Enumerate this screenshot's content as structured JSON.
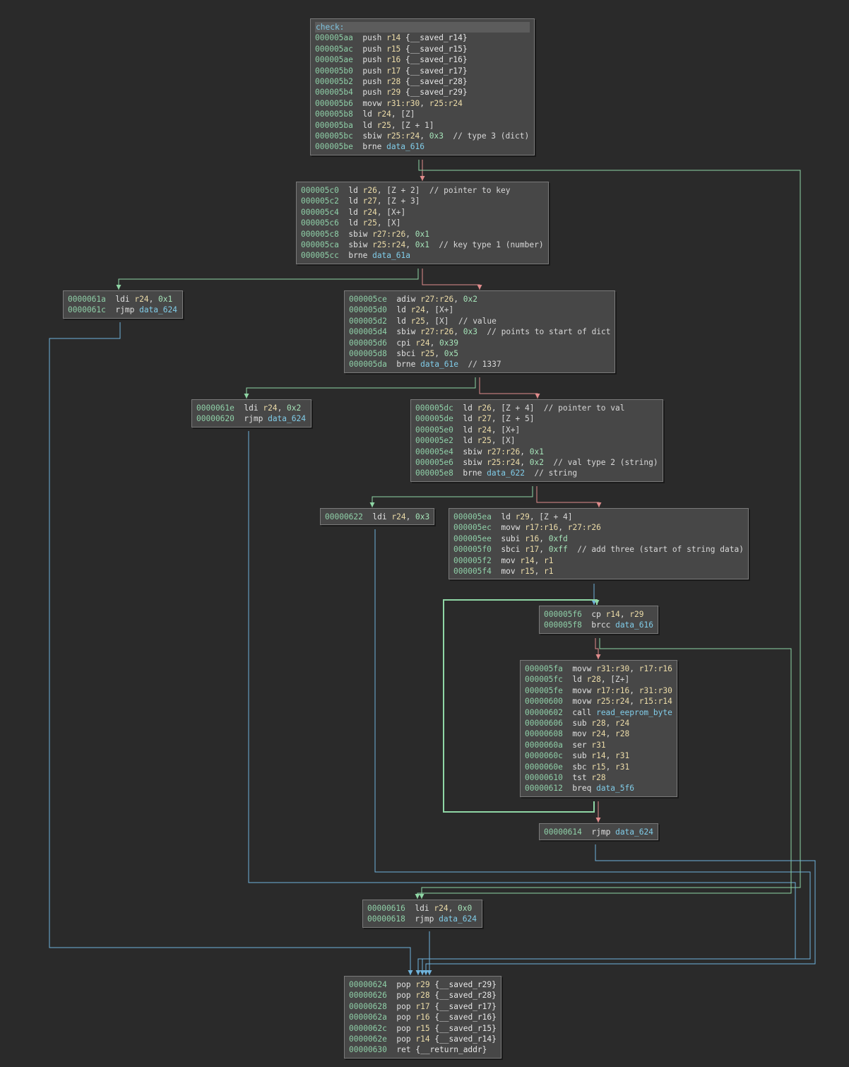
{
  "colors": {
    "background": "#2a2a2a",
    "block_fill": "#474747",
    "edge_true": "#8fd6a5",
    "edge_false": "#e08c8c",
    "edge_jump": "#6fb3dc"
  },
  "blocks": [
    {
      "id": "check",
      "label": "check:",
      "lines": [
        [
          "000005aa",
          "push",
          [
            [
              "r",
              "r14"
            ],
            [
              "p",
              " "
            ],
            [
              "v",
              "{__saved_r14}"
            ]
          ]
        ],
        [
          "000005ac",
          "push",
          [
            [
              "r",
              "r15"
            ],
            [
              "p",
              " "
            ],
            [
              "v",
              "{__saved_r15}"
            ]
          ]
        ],
        [
          "000005ae",
          "push",
          [
            [
              "r",
              "r16"
            ],
            [
              "p",
              " "
            ],
            [
              "v",
              "{__saved_r16}"
            ]
          ]
        ],
        [
          "000005b0",
          "push",
          [
            [
              "r",
              "r17"
            ],
            [
              "p",
              " "
            ],
            [
              "v",
              "{__saved_r17}"
            ]
          ]
        ],
        [
          "000005b2",
          "push",
          [
            [
              "r",
              "r28"
            ],
            [
              "p",
              " "
            ],
            [
              "v",
              "{__saved_r28}"
            ]
          ]
        ],
        [
          "000005b4",
          "push",
          [
            [
              "r",
              "r29"
            ],
            [
              "p",
              " "
            ],
            [
              "v",
              "{__saved_r29}"
            ]
          ]
        ],
        [
          "000005b6",
          "movw",
          [
            [
              "r",
              "r31:r30"
            ],
            [
              "p",
              ", "
            ],
            [
              "r",
              "r25:r24"
            ]
          ]
        ],
        [
          "000005b8",
          "ld",
          [
            [
              "r",
              "r24"
            ],
            [
              "p",
              ", [Z]"
            ]
          ]
        ],
        [
          "000005ba",
          "ld",
          [
            [
              "r",
              "r25"
            ],
            [
              "p",
              ", [Z + 1]"
            ]
          ]
        ],
        [
          "000005bc",
          "sbiw",
          [
            [
              "r",
              "r25:r24"
            ],
            [
              "p",
              ", "
            ],
            [
              "n",
              "0x3"
            ],
            [
              "c",
              "  // type 3 (dict)"
            ]
          ]
        ],
        [
          "000005be",
          "brne",
          [
            [
              "s",
              "data_616"
            ]
          ]
        ]
      ]
    },
    {
      "id": "b5c0",
      "lines": [
        [
          "000005c0",
          "ld",
          [
            [
              "r",
              "r26"
            ],
            [
              "p",
              ", [Z + 2]"
            ],
            [
              "c",
              "  // pointer to key"
            ]
          ]
        ],
        [
          "000005c2",
          "ld",
          [
            [
              "r",
              "r27"
            ],
            [
              "p",
              ", [Z + 3]"
            ]
          ]
        ],
        [
          "000005c4",
          "ld",
          [
            [
              "r",
              "r24"
            ],
            [
              "p",
              ", [X+]"
            ]
          ]
        ],
        [
          "000005c6",
          "ld",
          [
            [
              "r",
              "r25"
            ],
            [
              "p",
              ", [X]"
            ]
          ]
        ],
        [
          "000005c8",
          "sbiw",
          [
            [
              "r",
              "r27:r26"
            ],
            [
              "p",
              ", "
            ],
            [
              "n",
              "0x1"
            ]
          ]
        ],
        [
          "000005ca",
          "sbiw",
          [
            [
              "r",
              "r25:r24"
            ],
            [
              "p",
              ", "
            ],
            [
              "n",
              "0x1"
            ],
            [
              "c",
              "  // key type 1 (number)"
            ]
          ]
        ],
        [
          "000005cc",
          "brne",
          [
            [
              "s",
              "data_61a"
            ]
          ]
        ]
      ]
    },
    {
      "id": "b61a",
      "lines": [
        [
          "0000061a",
          "ldi",
          [
            [
              "r",
              "r24"
            ],
            [
              "p",
              ", "
            ],
            [
              "n",
              "0x1"
            ]
          ]
        ],
        [
          "0000061c",
          "rjmp",
          [
            [
              "s",
              "data_624"
            ]
          ]
        ]
      ]
    },
    {
      "id": "b5ce",
      "lines": [
        [
          "000005ce",
          "adiw",
          [
            [
              "r",
              "r27:r26"
            ],
            [
              "p",
              ", "
            ],
            [
              "n",
              "0x2"
            ]
          ]
        ],
        [
          "000005d0",
          "ld",
          [
            [
              "r",
              "r24"
            ],
            [
              "p",
              ", [X+]"
            ]
          ]
        ],
        [
          "000005d2",
          "ld",
          [
            [
              "r",
              "r25"
            ],
            [
              "p",
              ", [X]"
            ],
            [
              "c",
              "  // value"
            ]
          ]
        ],
        [
          "000005d4",
          "sbiw",
          [
            [
              "r",
              "r27:r26"
            ],
            [
              "p",
              ", "
            ],
            [
              "n",
              "0x3"
            ],
            [
              "c",
              "  // points to start of dict"
            ]
          ]
        ],
        [
          "000005d6",
          "cpi",
          [
            [
              "r",
              "r24"
            ],
            [
              "p",
              ", "
            ],
            [
              "n",
              "0x39"
            ]
          ]
        ],
        [
          "000005d8",
          "sbci",
          [
            [
              "r",
              "r25"
            ],
            [
              "p",
              ", "
            ],
            [
              "n",
              "0x5"
            ]
          ]
        ],
        [
          "000005da",
          "brne",
          [
            [
              "s",
              "data_61e"
            ],
            [
              "c",
              "  // 1337"
            ]
          ]
        ]
      ]
    },
    {
      "id": "b61e",
      "lines": [
        [
          "0000061e",
          "ldi",
          [
            [
              "r",
              "r24"
            ],
            [
              "p",
              ", "
            ],
            [
              "n",
              "0x2"
            ]
          ]
        ],
        [
          "00000620",
          "rjmp",
          [
            [
              "s",
              "data_624"
            ]
          ]
        ]
      ]
    },
    {
      "id": "b5dc",
      "lines": [
        [
          "000005dc",
          "ld",
          [
            [
              "r",
              "r26"
            ],
            [
              "p",
              ", [Z + 4]"
            ],
            [
              "c",
              "  // pointer to val"
            ]
          ]
        ],
        [
          "000005de",
          "ld",
          [
            [
              "r",
              "r27"
            ],
            [
              "p",
              ", [Z + 5]"
            ]
          ]
        ],
        [
          "000005e0",
          "ld",
          [
            [
              "r",
              "r24"
            ],
            [
              "p",
              ", [X+]"
            ]
          ]
        ],
        [
          "000005e2",
          "ld",
          [
            [
              "r",
              "r25"
            ],
            [
              "p",
              ", [X]"
            ]
          ]
        ],
        [
          "000005e4",
          "sbiw",
          [
            [
              "r",
              "r27:r26"
            ],
            [
              "p",
              ", "
            ],
            [
              "n",
              "0x1"
            ]
          ]
        ],
        [
          "000005e6",
          "sbiw",
          [
            [
              "r",
              "r25:r24"
            ],
            [
              "p",
              ", "
            ],
            [
              "n",
              "0x2"
            ],
            [
              "c",
              "  // val type 2 (string)"
            ]
          ]
        ],
        [
          "000005e8",
          "brne",
          [
            [
              "s",
              "data_622"
            ],
            [
              "c",
              "  // string"
            ]
          ]
        ]
      ]
    },
    {
      "id": "b622",
      "lines": [
        [
          "00000622",
          "ldi",
          [
            [
              "r",
              "r24"
            ],
            [
              "p",
              ", "
            ],
            [
              "n",
              "0x3"
            ]
          ]
        ]
      ]
    },
    {
      "id": "b5ea",
      "lines": [
        [
          "000005ea",
          "ld",
          [
            [
              "r",
              "r29"
            ],
            [
              "p",
              ", [Z + 4]"
            ]
          ]
        ],
        [
          "000005ec",
          "movw",
          [
            [
              "r",
              "r17:r16"
            ],
            [
              "p",
              ", "
            ],
            [
              "r",
              "r27:r26"
            ]
          ]
        ],
        [
          "000005ee",
          "subi",
          [
            [
              "r",
              "r16"
            ],
            [
              "p",
              ", "
            ],
            [
              "n",
              "0xfd"
            ]
          ]
        ],
        [
          "000005f0",
          "sbci",
          [
            [
              "r",
              "r17"
            ],
            [
              "p",
              ", "
            ],
            [
              "n",
              "0xff"
            ],
            [
              "c",
              "  // add three (start of string data)"
            ]
          ]
        ],
        [
          "000005f2",
          "mov",
          [
            [
              "r",
              "r14"
            ],
            [
              "p",
              ", "
            ],
            [
              "r",
              "r1"
            ]
          ]
        ],
        [
          "000005f4",
          "mov",
          [
            [
              "r",
              "r15"
            ],
            [
              "p",
              ", "
            ],
            [
              "r",
              "r1"
            ]
          ]
        ]
      ]
    },
    {
      "id": "b5f6",
      "lines": [
        [
          "000005f6",
          "cp",
          [
            [
              "r",
              "r14"
            ],
            [
              "p",
              ", "
            ],
            [
              "r",
              "r29"
            ]
          ]
        ],
        [
          "000005f8",
          "brcc",
          [
            [
              "s",
              "data_616"
            ]
          ]
        ]
      ]
    },
    {
      "id": "b5fa",
      "lines": [
        [
          "000005fa",
          "movw",
          [
            [
              "r",
              "r31:r30"
            ],
            [
              "p",
              ", "
            ],
            [
              "r",
              "r17:r16"
            ]
          ]
        ],
        [
          "000005fc",
          "ld",
          [
            [
              "r",
              "r28"
            ],
            [
              "p",
              ", [Z+]"
            ]
          ]
        ],
        [
          "000005fe",
          "movw",
          [
            [
              "r",
              "r17:r16"
            ],
            [
              "p",
              ", "
            ],
            [
              "r",
              "r31:r30"
            ]
          ]
        ],
        [
          "00000600",
          "movw",
          [
            [
              "r",
              "r25:r24"
            ],
            [
              "p",
              ", "
            ],
            [
              "r",
              "r15:r14"
            ]
          ]
        ],
        [
          "00000602",
          "call",
          [
            [
              "s",
              "read_eeprom_byte"
            ]
          ]
        ],
        [
          "00000606",
          "sub",
          [
            [
              "r",
              "r28"
            ],
            [
              "p",
              ", "
            ],
            [
              "r",
              "r24"
            ]
          ]
        ],
        [
          "00000608",
          "mov",
          [
            [
              "r",
              "r24"
            ],
            [
              "p",
              ", "
            ],
            [
              "r",
              "r28"
            ]
          ]
        ],
        [
          "0000060a",
          "ser",
          [
            [
              "r",
              "r31"
            ]
          ]
        ],
        [
          "0000060c",
          "sub",
          [
            [
              "r",
              "r14"
            ],
            [
              "p",
              ", "
            ],
            [
              "r",
              "r31"
            ]
          ]
        ],
        [
          "0000060e",
          "sbc",
          [
            [
              "r",
              "r15"
            ],
            [
              "p",
              ", "
            ],
            [
              "r",
              "r31"
            ]
          ]
        ],
        [
          "00000610",
          "tst",
          [
            [
              "r",
              "r28"
            ]
          ]
        ],
        [
          "00000612",
          "breq",
          [
            [
              "s",
              "data_5f6"
            ]
          ]
        ]
      ]
    },
    {
      "id": "b614",
      "lines": [
        [
          "00000614",
          "rjmp",
          [
            [
              "s",
              "data_624"
            ]
          ]
        ]
      ]
    },
    {
      "id": "b616",
      "lines": [
        [
          "00000616",
          "ldi",
          [
            [
              "r",
              "r24"
            ],
            [
              "p",
              ", "
            ],
            [
              "n",
              "0x0"
            ]
          ]
        ],
        [
          "00000618",
          "rjmp",
          [
            [
              "s",
              "data_624"
            ]
          ]
        ]
      ]
    },
    {
      "id": "b624",
      "lines": [
        [
          "00000624",
          "pop",
          [
            [
              "r",
              "r29"
            ],
            [
              "p",
              " "
            ],
            [
              "v",
              "{__saved_r29}"
            ]
          ]
        ],
        [
          "00000626",
          "pop",
          [
            [
              "r",
              "r28"
            ],
            [
              "p",
              " "
            ],
            [
              "v",
              "{__saved_r28}"
            ]
          ]
        ],
        [
          "00000628",
          "pop",
          [
            [
              "r",
              "r17"
            ],
            [
              "p",
              " "
            ],
            [
              "v",
              "{__saved_r17}"
            ]
          ]
        ],
        [
          "0000062a",
          "pop",
          [
            [
              "r",
              "r16"
            ],
            [
              "p",
              " "
            ],
            [
              "v",
              "{__saved_r16}"
            ]
          ]
        ],
        [
          "0000062c",
          "pop",
          [
            [
              "r",
              "r15"
            ],
            [
              "p",
              " "
            ],
            [
              "v",
              "{__saved_r15}"
            ]
          ]
        ],
        [
          "0000062e",
          "pop",
          [
            [
              "r",
              "r14"
            ],
            [
              "p",
              " "
            ],
            [
              "v",
              "{__saved_r14}"
            ]
          ]
        ],
        [
          "00000630",
          "ret",
          [
            [
              "v",
              "{__return_addr}"
            ]
          ]
        ]
      ]
    }
  ],
  "edges": [
    {
      "from": "check",
      "to": "b5c0",
      "kind": "false"
    },
    {
      "from": "check",
      "to": "b616",
      "kind": "true"
    },
    {
      "from": "b5c0",
      "to": "b61a",
      "kind": "true"
    },
    {
      "from": "b5c0",
      "to": "b5ce",
      "kind": "false"
    },
    {
      "from": "b61a",
      "to": "b624",
      "kind": "jump"
    },
    {
      "from": "b5ce",
      "to": "b61e",
      "kind": "true"
    },
    {
      "from": "b5ce",
      "to": "b5dc",
      "kind": "false"
    },
    {
      "from": "b61e",
      "to": "b624",
      "kind": "jump"
    },
    {
      "from": "b5dc",
      "to": "b622",
      "kind": "true"
    },
    {
      "from": "b5dc",
      "to": "b5ea",
      "kind": "false"
    },
    {
      "from": "b622",
      "to": "b624",
      "kind": "jump"
    },
    {
      "from": "b5ea",
      "to": "b5f6",
      "kind": "jump"
    },
    {
      "from": "b5f6",
      "to": "b5fa",
      "kind": "false"
    },
    {
      "from": "b5f6",
      "to": "b616",
      "kind": "true"
    },
    {
      "from": "b5fa",
      "to": "b5f6",
      "kind": "true"
    },
    {
      "from": "b5fa",
      "to": "b614",
      "kind": "false"
    },
    {
      "from": "b614",
      "to": "b624",
      "kind": "jump"
    },
    {
      "from": "b616",
      "to": "b624",
      "kind": "jump"
    }
  ]
}
